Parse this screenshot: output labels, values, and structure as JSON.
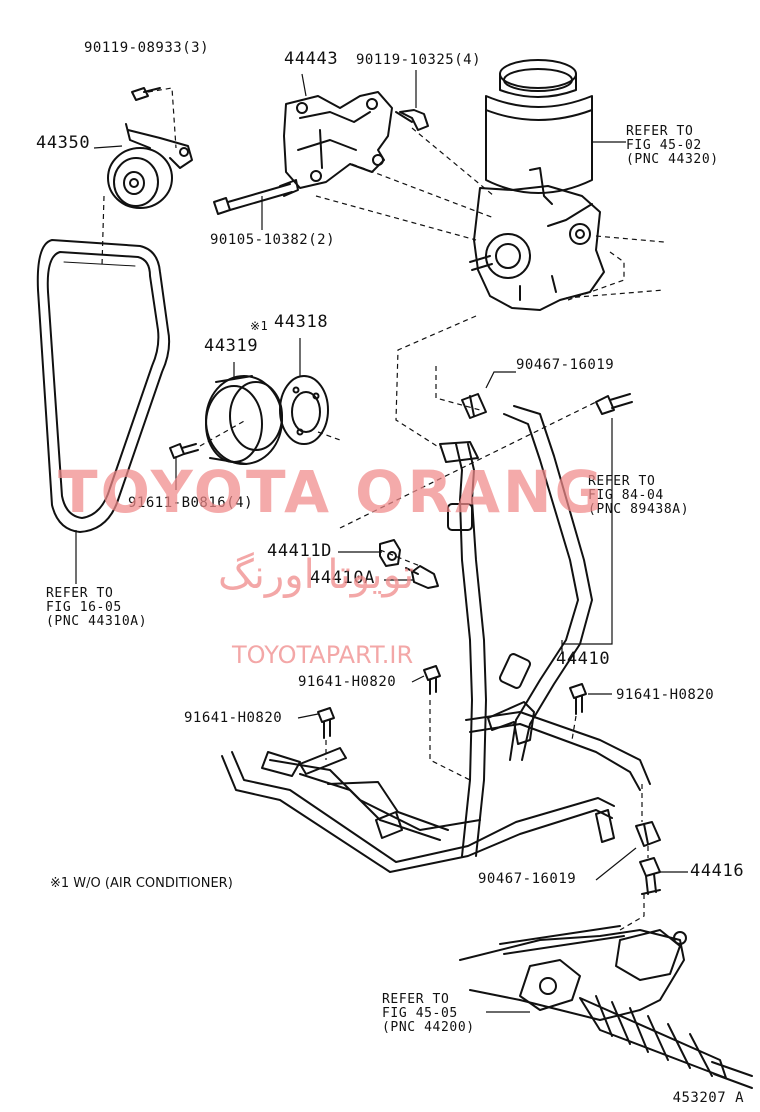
{
  "parts": {
    "p1": "90119-08933(3)",
    "p2": "44443",
    "p3": "90119-10325(4)",
    "p4": "44350",
    "p5": "90105-10382(2)",
    "p6": "44318",
    "p6_mark": "※1",
    "p7": "44319",
    "p8": "90467-16019",
    "p9": "91611-B0816(4)",
    "p10": "44411D",
    "p11": "44410A",
    "p12": "44410",
    "p13": "91641-H0820",
    "p14": "91641-H0820",
    "p15": "91641-H0820",
    "p16": "90467-16019",
    "p17": "44416"
  },
  "refs": {
    "r1": [
      "REFER TO",
      "FIG 45-02",
      "(PNC 44320)"
    ],
    "r2": [
      "REFER TO",
      "FIG 84-04",
      "(PNC 89438A)"
    ],
    "r3": [
      "REFER TO",
      "FIG 16-05",
      "(PNC 44310A)"
    ],
    "r4": [
      "REFER TO",
      "FIG 45-05",
      "(PNC 44200)"
    ]
  },
  "footnote": "※1  W/O (AIR CONDITIONER)",
  "figure_id": "453207 A",
  "watermark": {
    "brand": "TOYOTA ORANG",
    "persian": "تویوتا اورنگ",
    "site": "TOYOTAPART.IR",
    "color": "#f08a8a"
  },
  "line_color": "#111111"
}
